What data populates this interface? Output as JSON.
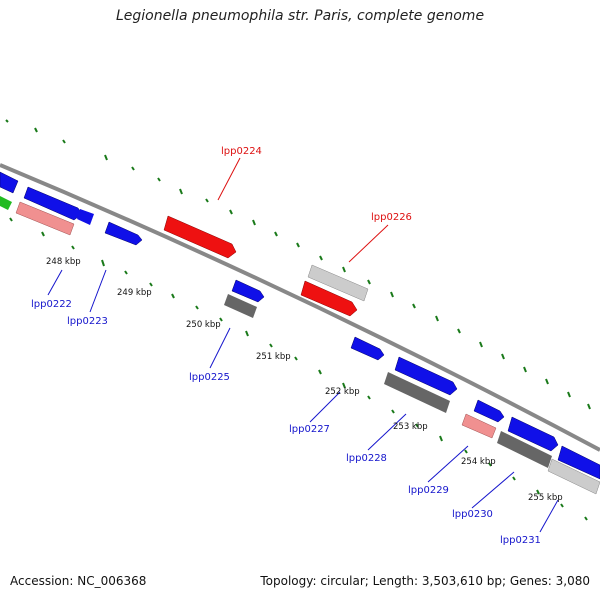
{
  "title": "Legionella pneumophila str. Paris, complete genome",
  "footer": {
    "accession": "Accession: NC_006368",
    "summary": "Topology: circular; Length: 3,503,610 bp; Genes: 3,080"
  },
  "colors": {
    "forward_gene": "#1010e8",
    "reverse_gene": "#1010e8",
    "highlight_red": "#ee1111",
    "pink": "#f09090",
    "gray_dark": "#666666",
    "gray_light": "#cccccc",
    "green": "#22bb22",
    "tick_green": "#1a7a1a",
    "label_blue": "#1515cc",
    "label_red": "#dd1111"
  },
  "kbp_labels": [
    "248 kbp",
    "249 kbp",
    "250 kbp",
    "251 kbp",
    "252 kbp",
    "253 kbp",
    "254 kbp",
    "255 kbp"
  ],
  "gene_labels": [
    {
      "id": "lpp0222",
      "text": "lpp0222",
      "color": "blue"
    },
    {
      "id": "lpp0223",
      "text": "lpp0223",
      "color": "blue"
    },
    {
      "id": "lpp0224",
      "text": "lpp0224",
      "color": "red"
    },
    {
      "id": "lpp0225",
      "text": "lpp0225",
      "color": "blue"
    },
    {
      "id": "lpp0226",
      "text": "lpp0226",
      "color": "red"
    },
    {
      "id": "lpp0227",
      "text": "lpp0227",
      "color": "blue"
    },
    {
      "id": "lpp0228",
      "text": "lpp0228",
      "color": "blue"
    },
    {
      "id": "lpp0229",
      "text": "lpp0229",
      "color": "blue"
    },
    {
      "id": "lpp0230",
      "text": "lpp0230",
      "color": "blue"
    },
    {
      "id": "lpp0231",
      "text": "lpp0231",
      "color": "blue"
    }
  ]
}
